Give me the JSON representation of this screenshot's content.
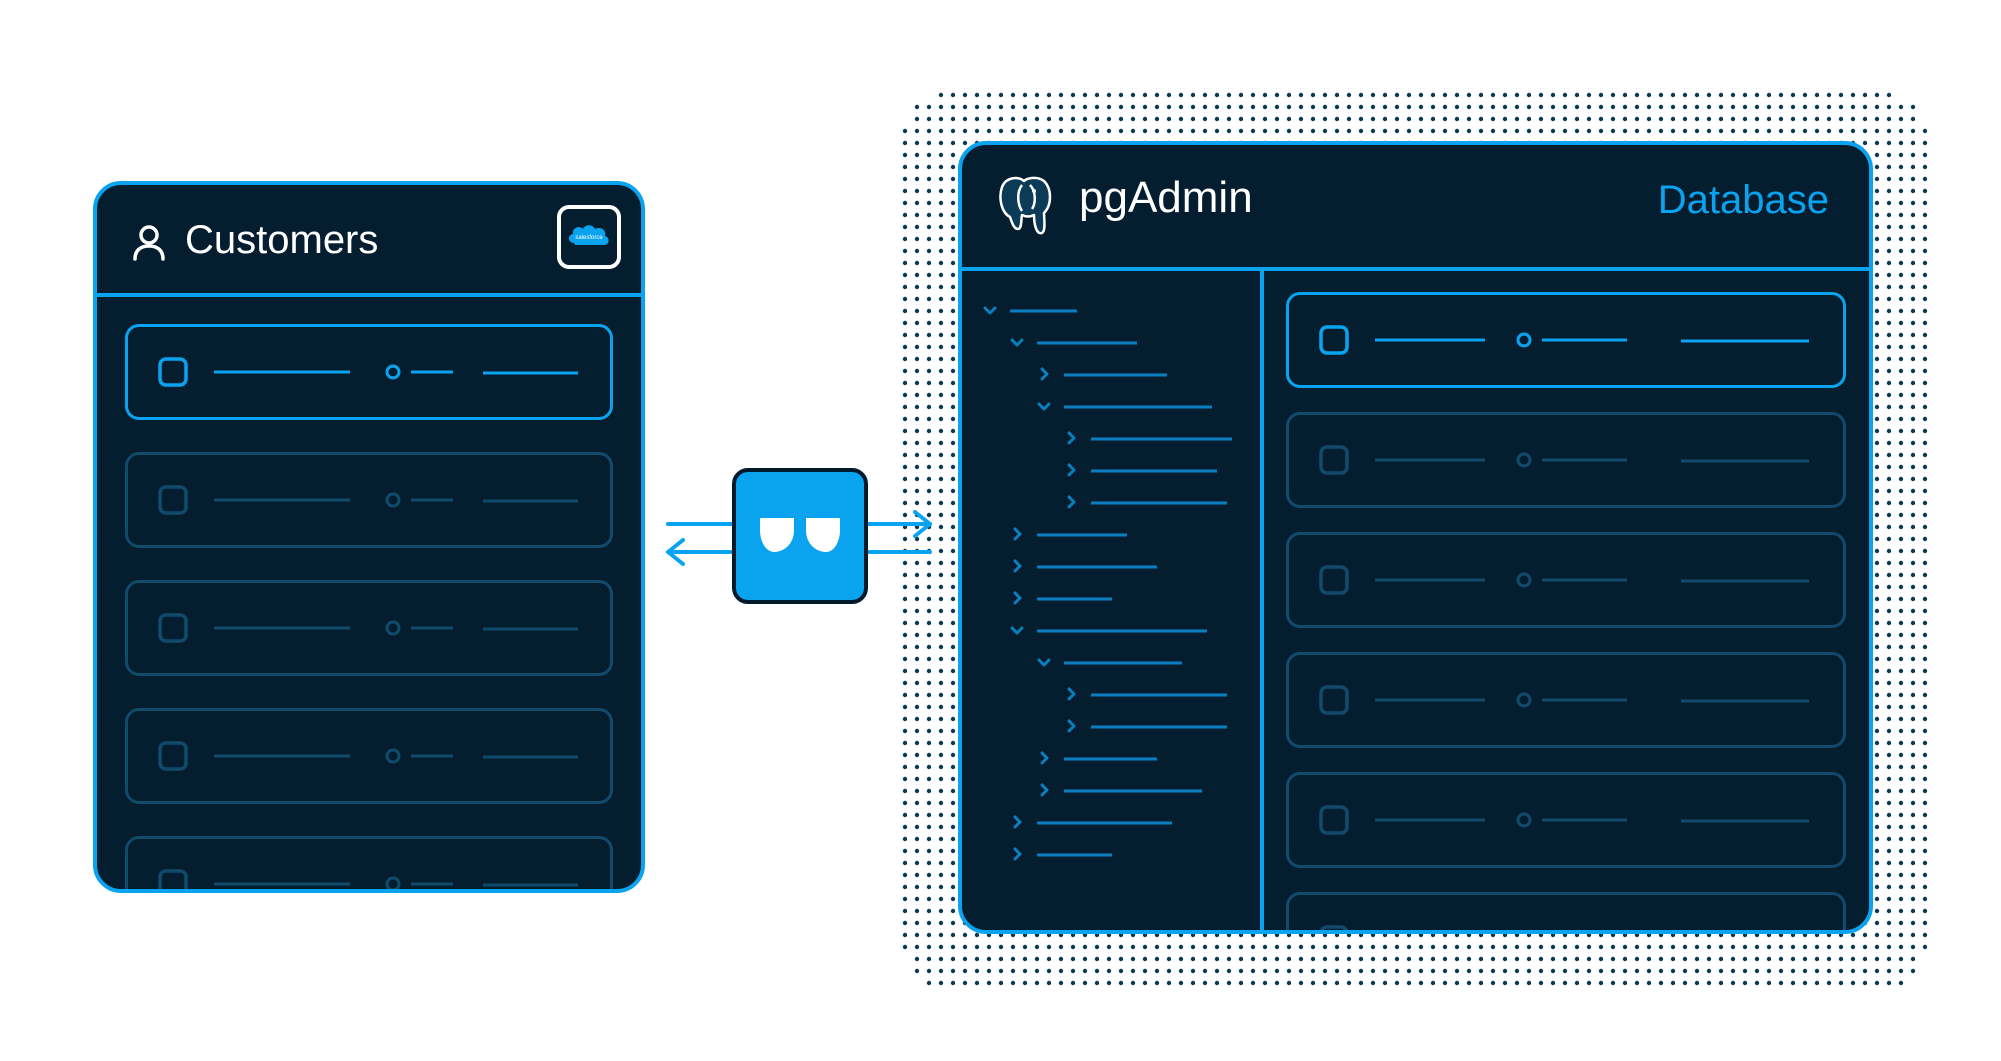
{
  "colors": {
    "panel_bg": "#041e30",
    "accent": "#0aa3f0",
    "row_border": "#114a6a",
    "dot_pattern": "#0c3b57",
    "tree_line": "#0a7fc0"
  },
  "source": {
    "title": "Customers",
    "icon": "user-icon",
    "app_logo": "salesforce-logo",
    "app_logo_text": "salesforce",
    "rows": [
      {
        "state": "selected"
      },
      {
        "state": "normal"
      },
      {
        "state": "normal"
      },
      {
        "state": "normal"
      },
      {
        "state": "normal"
      }
    ]
  },
  "connector": {
    "icon": "sync-logo-icon",
    "arrows": "bidirectional"
  },
  "destination": {
    "title": "pgAdmin",
    "icon": "postgresql-elephant-icon",
    "label": "Database",
    "tree": [
      {
        "depth": 0,
        "expanded": true
      },
      {
        "depth": 1,
        "expanded": true
      },
      {
        "depth": 2,
        "expanded": false
      },
      {
        "depth": 2,
        "expanded": true
      },
      {
        "depth": 3,
        "expanded": false
      },
      {
        "depth": 3,
        "expanded": false
      },
      {
        "depth": 3,
        "expanded": false
      },
      {
        "depth": 1,
        "expanded": false
      },
      {
        "depth": 1,
        "expanded": false
      },
      {
        "depth": 1,
        "expanded": false
      },
      {
        "depth": 1,
        "expanded": true
      },
      {
        "depth": 2,
        "expanded": true
      },
      {
        "depth": 3,
        "expanded": false
      },
      {
        "depth": 3,
        "expanded": false
      },
      {
        "depth": 2,
        "expanded": false
      },
      {
        "depth": 2,
        "expanded": false
      },
      {
        "depth": 1,
        "expanded": false
      },
      {
        "depth": 1,
        "expanded": false
      }
    ],
    "rows": [
      {
        "state": "selected"
      },
      {
        "state": "normal"
      },
      {
        "state": "normal"
      },
      {
        "state": "normal"
      },
      {
        "state": "normal"
      },
      {
        "state": "normal"
      }
    ]
  }
}
